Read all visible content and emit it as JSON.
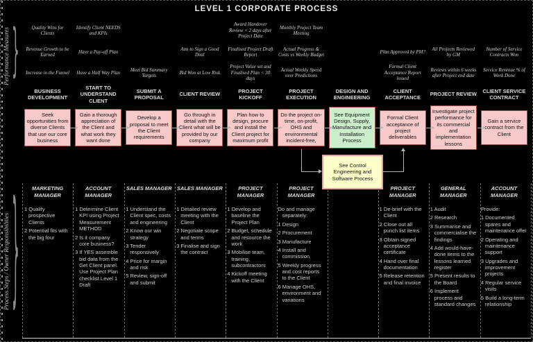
{
  "title": "LEVEL 1 CORPORATE PROCESS",
  "left_labels": {
    "top": "Performance Measures",
    "bottom": "Process Steps / Owner Responsibilities"
  },
  "colors": {
    "background": "#000000",
    "box_pink": "#f7c9c9",
    "box_green": "#cdeecd",
    "box_yellow": "#ffffc9",
    "box_border": "#9c4f4f",
    "yellow_border": "#ec9f9f",
    "connector_line": "#b5b5b5",
    "text": "#d6d6d6"
  },
  "extra_box": {
    "text": "See Control Engineering and Software Process"
  },
  "columns": [
    {
      "stage": "BUSINESS DEVELOPMENT",
      "measures": [
        "Quality Wins for Clients",
        "Revenue Growth to be Earned",
        "Increase in the Funnel"
      ],
      "box": "Seek opportunities from diverse Clients that use our core business",
      "box_color": "pink",
      "owner": "MARKETING MANAGER",
      "activities": [
        "1 Qualify prospective Clients",
        "2 Potential fits with the big four"
      ]
    },
    {
      "stage": "START TO UNDERSTAND CLIENT",
      "measures": [
        "Identify Client NEEDS and KPIs",
        "Have a Pay-off Plan",
        "Have a Half Way Plan"
      ],
      "box": "Gain a thorough appreciation of the Client and what work they want done",
      "box_color": "pink",
      "owner": "ACCOUNT MANAGER",
      "activities": [
        "1 Determine Client KPI using Project Measurement METHOD",
        "2 Is it company core business?",
        "3 If YES assemble bid data from the Get Client panel. Use Project Plan checklist Level 1 Draft"
      ]
    },
    {
      "stage": "SUBMIT A PROPOSAL",
      "measures": [
        "",
        "",
        "Meet Bid Summary Targets"
      ],
      "box": "Develop a proposal to meet the Client requirements",
      "box_color": "pink",
      "owner": "SALES MANAGER",
      "activities": [
        "1 Understand the Client spec, costs and engineering",
        "2 Know our win strategy",
        "3 Tender responsively",
        "4 Price for margin and risk",
        "5 Review, sign-off and submit"
      ]
    },
    {
      "stage": "CLIENT REVIEW",
      "measures": [
        "",
        "Aim to Sign a Good Deal",
        "Bid Won at Low Risk"
      ],
      "box": "Go through in detail with the Client what will be provided by our company",
      "box_color": "pink",
      "owner": "SALES MANAGER",
      "activities": [
        "1 Detailed review meeting with the Client",
        "2 Negotiate scope and terms",
        "3 Finalise and sign the contract"
      ]
    },
    {
      "stage": "PROJECT KICKOFF",
      "measures": [
        "Award Handover Review < 2 days after Project Date",
        "Finalised Project Draft Report",
        "Project Value set and Finalised Plan < 30 days"
      ],
      "box": "Plan how to design, procure and install the Client project for maximum profit",
      "box_color": "pink",
      "owner": "PROJECT MANAGER",
      "activities": [
        "1 Develop and baseline the Project Plan",
        "2 Budget, schedule and resource the work",
        "3 Mobilise team, training, subcontractors",
        "4 Kickoff meeting with the Client"
      ]
    },
    {
      "stage": "PROJECT EXECUTION",
      "measures": [
        "Monthly Project Team Meeting",
        "Actual Progress & Costs vs Weekly Budget",
        "Actual Weekly Spend over Predictions"
      ],
      "box": "Do the project on-time, on-profit, OHS and environmental incident-free,",
      "box_color": "pink",
      "owner": "PROJECT MANAGER",
      "activities": [
        "Do and manage separately:",
        "1 Design",
        "2 Procurement",
        "3 Manufacture",
        "4 Install and commission",
        "5 Weekly progress and cost reports to the Client",
        "6 Manage OHS, environment and variations"
      ]
    },
    {
      "stage": "DESIGN AND ENGINEERING",
      "measures": [
        "",
        "",
        ""
      ],
      "box": "See Equipment Design, Supply, Manufacture and Installation Process",
      "box_color": "green",
      "owner": "",
      "activities": []
    },
    {
      "stage": "CLIENT ACCEPTANCE",
      "measures": [
        "",
        "Plan Approved by PM?",
        "Formal Client Acceptance Report issued"
      ],
      "box": "Formal Client acceptance of project deliverables",
      "box_color": "pink",
      "owner": "PROJECT MANAGER",
      "activities": [
        "1 De-brief with the Client",
        "2 Close out all punch list items",
        "3 Obtain signed acceptance certificate",
        "4 Hand over final documentation",
        "5 Release retention and final invoice"
      ]
    },
    {
      "stage": "PROJECT REVIEW",
      "measures": [
        "",
        "All Projects Reviewed by GM",
        "Reviews within 6 weeks after Project end date"
      ],
      "box": "Investigate project performance for its commercial and implementation lessons",
      "box_color": "pink",
      "owner": "GENERAL MANAGER",
      "activities": [
        "1 Audit",
        "2 Research",
        "3 Summarise and commercialise the findings",
        "4 Add would-have-done items to the lessons learned register",
        "5 Present results to the Board",
        "6 Implement process and standard changes"
      ]
    },
    {
      "stage": "CLIENT SERVICE CONTRACT",
      "measures": [
        "",
        "Number of Service Contracts Won",
        "Service Revenue % of Work Done"
      ],
      "box": "Gain a service contract from the Client",
      "box_color": "pink",
      "owner": "ACCOUNT MANAGER",
      "activities": [
        "Provide:",
        "1 Documented spares and maintenance offer",
        "2 Operating and maintenance support",
        "3 Upgrades and improvement projects",
        "4 Regular service visits",
        "5 Build a long-term relationship"
      ]
    }
  ]
}
